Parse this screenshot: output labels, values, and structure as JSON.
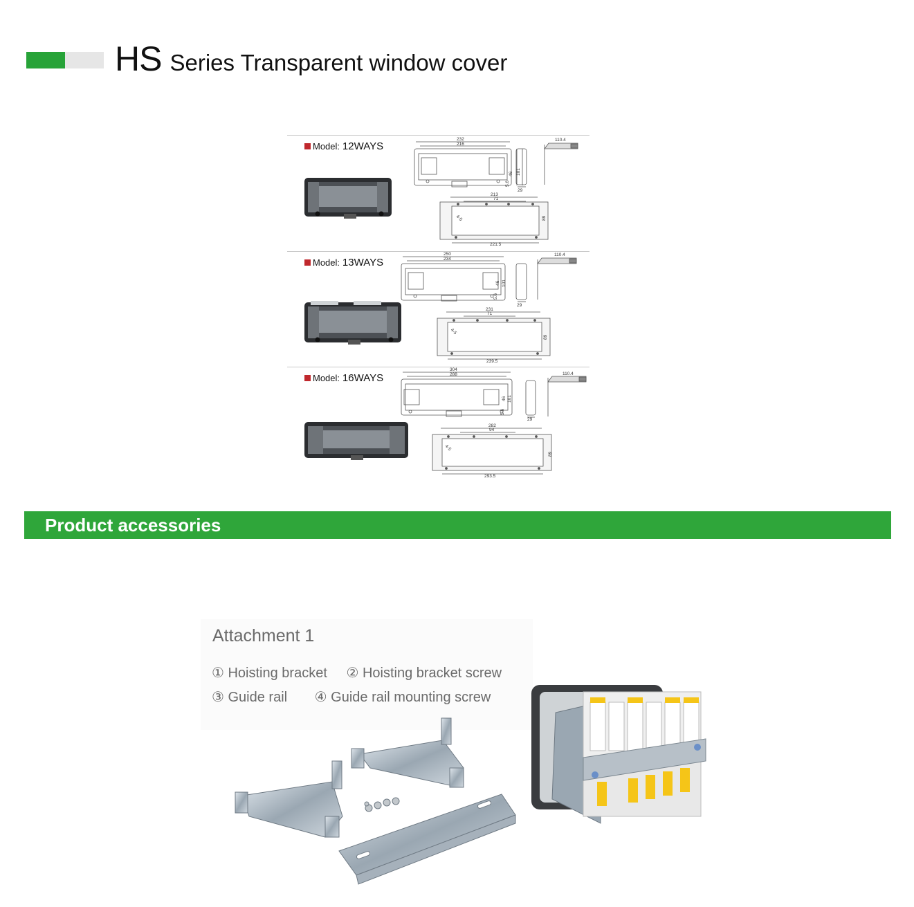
{
  "header": {
    "series_code": "HS",
    "series_title": "Series Transparent window cover"
  },
  "models": [
    {
      "model_prefix": "Model:",
      "model_name": "12WAYS",
      "dims": {
        "overall_width": "232",
        "inner_width": "216",
        "side_a": "46",
        "side_b": "101",
        "side_c": "5.6",
        "depth": "29",
        "side_view": "110.4",
        "cutout_width": "213",
        "pitch": "71",
        "cutout_total": "221.5",
        "cutout_height": "89",
        "hole": "4-5"
      },
      "colors": {
        "accent": "#c0282d"
      }
    },
    {
      "model_prefix": "Model:",
      "model_name": "13WAYS",
      "dims": {
        "overall_width": "250",
        "inner_width": "234",
        "side_a": "46",
        "side_b": "101",
        "side_c": "5.6",
        "depth": "29",
        "side_view": "110.4",
        "cutout_width": "231",
        "pitch": "71",
        "cutout_total": "239.5",
        "cutout_height": "89",
        "hole": "4-5"
      },
      "colors": {
        "accent": "#c0282d"
      }
    },
    {
      "model_prefix": "Model:",
      "model_name": "16WAYS",
      "dims": {
        "overall_width": "304",
        "inner_width": "288",
        "side_a": "46",
        "side_b": "101",
        "side_c": "5.6",
        "depth": "29",
        "side_view": "110.4",
        "cutout_width": "282",
        "pitch": "94",
        "cutout_total": "293.5",
        "cutout_height": "89",
        "hole": "4-5"
      },
      "colors": {
        "accent": "#c0282d"
      }
    }
  ],
  "accessories": {
    "heading": "Product accessories",
    "attachment_title": "Attachment 1",
    "items": [
      "① Hoisting bracket",
      "② Hoisting bracket screw",
      "③ Guide rail",
      "④ Guide rail mounting screw"
    ]
  },
  "colors": {
    "brand_green": "#27a338",
    "bar_green": "#2fa63a",
    "breaker_yellow": "#f5c518"
  }
}
